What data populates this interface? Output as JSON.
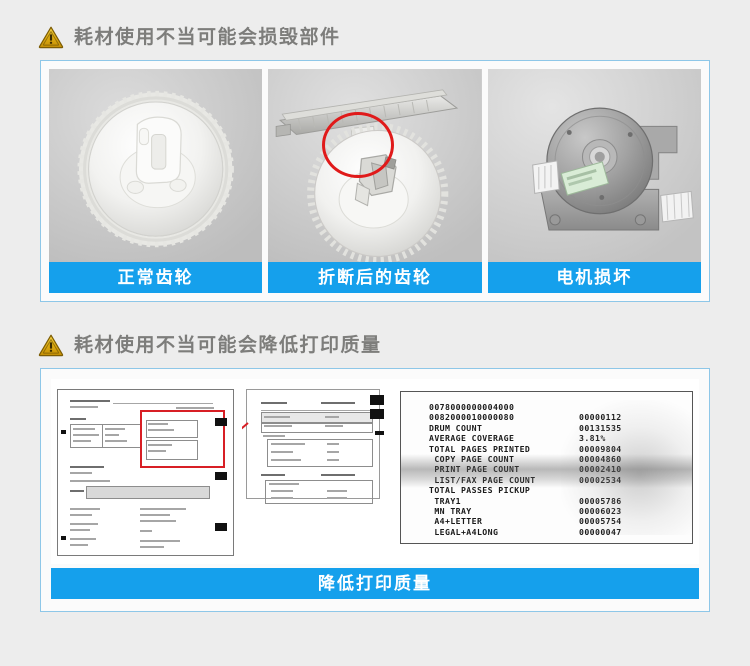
{
  "page": {
    "background_color": "#ededed",
    "accent_color": "#15a0ec",
    "border_color": "#8ec7e8",
    "title_color": "#7d7d7b",
    "highlight_color": "#d81f25"
  },
  "sections": [
    {
      "id": "damage-parts",
      "icon": "warning-triangle-icon",
      "title": "耗材使用不当可能会损毁部件",
      "cards": [
        {
          "id": "normal-gear",
          "caption": "正常齿轮",
          "image": "photo-white-plastic-gear"
        },
        {
          "id": "broken-gear",
          "caption": "折断后的齿轮",
          "image": "photo-gear-with-broken-hub"
        },
        {
          "id": "motor-damage",
          "caption": "电机损坏",
          "image": "photo-damaged-stepper-motor"
        }
      ]
    },
    {
      "id": "print-quality",
      "icon": "warning-triangle-icon",
      "title": "耗材使用不当可能会降低打印质量",
      "caption": "降低打印质量",
      "documents": [
        {
          "id": "service-report-page",
          "label": "photo-printed-service-report"
        },
        {
          "id": "settings-detail",
          "label": "photo-settings-table-zoom"
        },
        {
          "id": "counter-report",
          "label": "photo-counter-report-with-smudge"
        }
      ],
      "report": {
        "lines": [
          {
            "label": "0078000000004000",
            "value": ""
          },
          {
            "label": "0082000010000080",
            "value": "00000112"
          },
          {
            "label": "DRUM COUNT",
            "value": "00131535"
          },
          {
            "label": "AVERAGE COVERAGE",
            "value": "3.81%"
          },
          {
            "label": "TOTAL PAGES PRINTED",
            "value": "00009804"
          },
          {
            "label": " COPY PAGE COUNT",
            "value": "00004860"
          },
          {
            "label": " PRINT PAGE COUNT",
            "value": "00002410"
          },
          {
            "label": " LIST/FAX PAGE COUNT",
            "value": "00002534"
          },
          {
            "label": "TOTAL PASSES PICKUP",
            "value": ""
          },
          {
            "label": " TRAY1",
            "value": "00005786"
          },
          {
            "label": " MN TRAY",
            "value": "00006023"
          },
          {
            "label": " A4+LETTER",
            "value": "00005754"
          },
          {
            "label": " LEGAL+A4LONG",
            "value": "00000047"
          }
        ]
      }
    }
  ]
}
